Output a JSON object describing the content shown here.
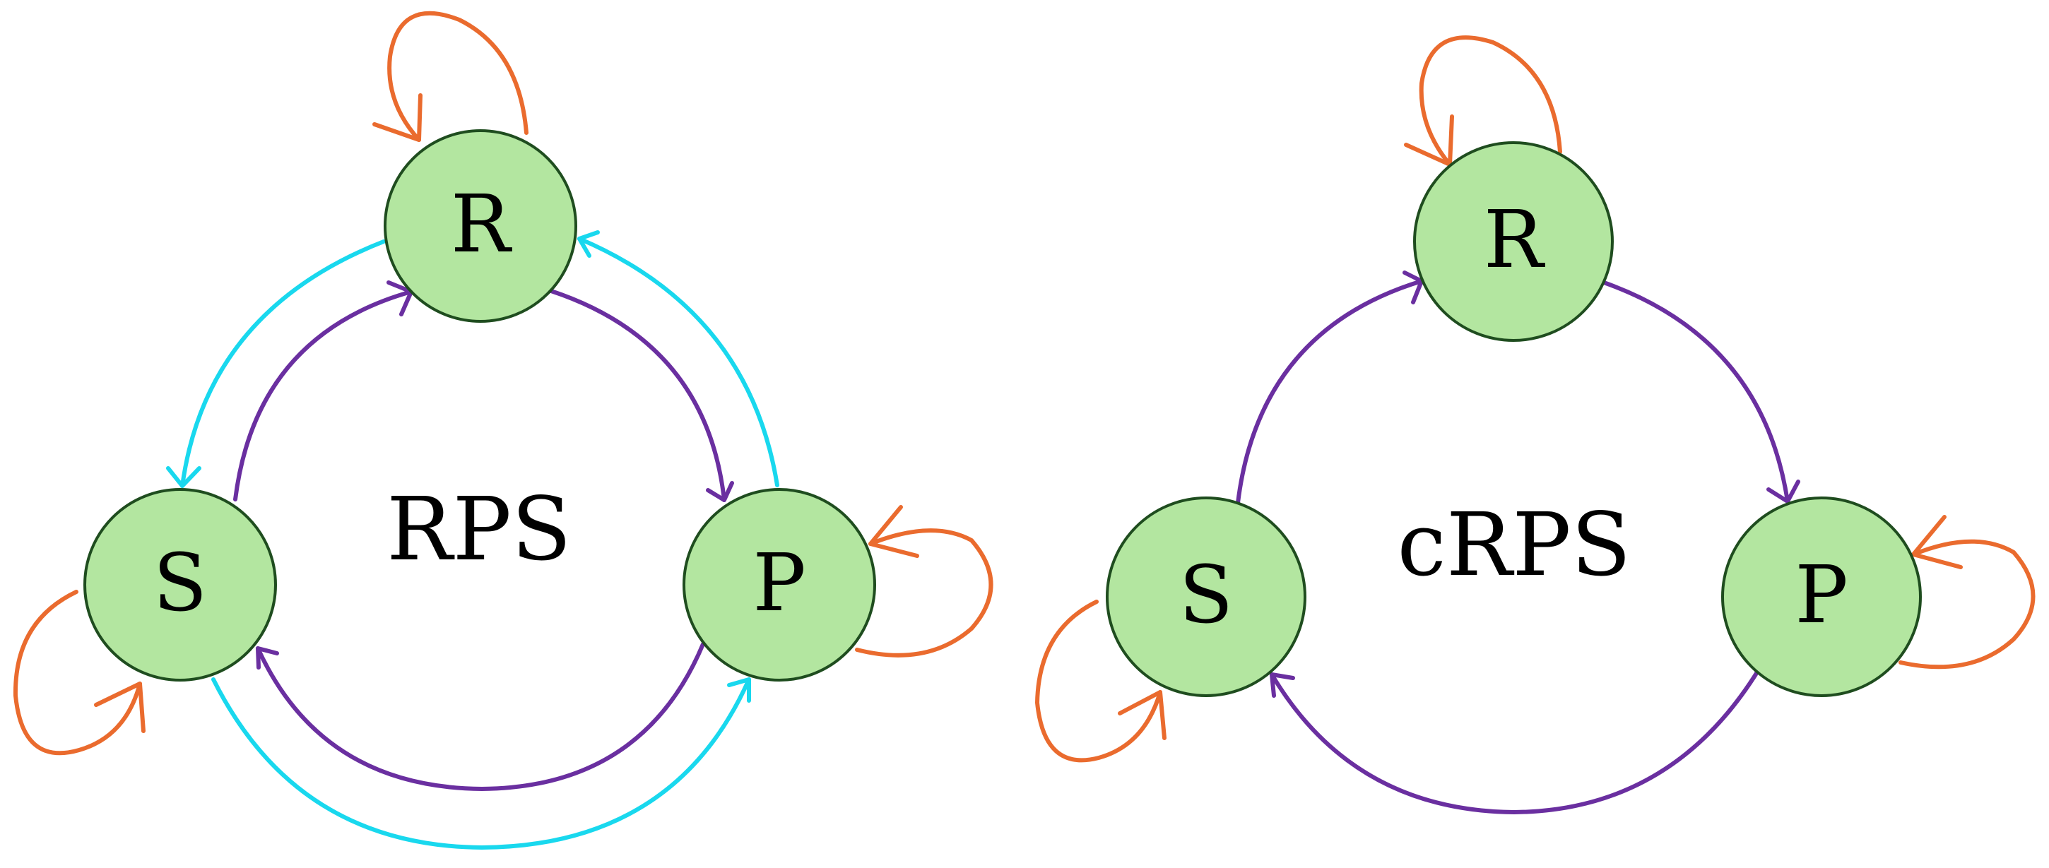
{
  "colors": {
    "node_fill": "#b3e6a0",
    "node_stroke": "#1f4d1f",
    "self_loop": "#ea6b2e",
    "beats": "#6a2fa0",
    "beaten_by": "#19d8ee"
  },
  "graphs": [
    {
      "title": "RPS",
      "nodes": {
        "R": "R",
        "S": "S",
        "P": "P"
      }
    },
    {
      "title": "cRPS",
      "nodes": {
        "R": "R",
        "S": "S",
        "P": "P"
      }
    }
  ]
}
